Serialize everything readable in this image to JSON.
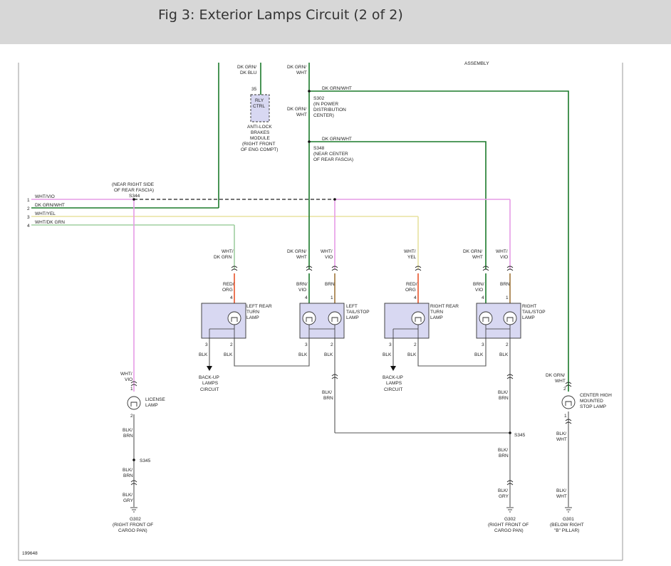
{
  "page": {
    "title": "Fig 3: Exterior Lamps Circuit (2 of 2)"
  },
  "diagram": {
    "figure_number": "199648",
    "top_labels": {
      "assembly": "ASSEMBLY",
      "dk_grn_dk_blu": [
        "DK GRN/",
        "DK BLU"
      ],
      "dk_grn_wht_top": [
        "DK GRN/",
        "WHT"
      ]
    },
    "abs_module": {
      "pin": "35",
      "box": [
        "RLY",
        "CTRL"
      ],
      "label": [
        "ANTI-LOCK",
        "BRAKES",
        "MODULE",
        "(RIGHT FRONT",
        "OF ENG COMPT)"
      ]
    },
    "s302": {
      "wire": "DK GRN/WHT",
      "label": [
        "S302",
        "(IN POWER",
        "DISTRIBUTION",
        "CENTER)"
      ],
      "left_wire": [
        "DK GRN/",
        "WHT"
      ]
    },
    "s348": {
      "wire": "DK GRN/WHT",
      "label": [
        "S348",
        "(NEAR CENTER",
        "OF REAR FASCIA)"
      ]
    },
    "s344": {
      "label": [
        "(NEAR RIGHT SIDE",
        "OF REAR FASCIA)",
        "S344"
      ]
    },
    "harness": [
      {
        "pin": "1",
        "wire": "WHT/VIO",
        "color": "#e69be6"
      },
      {
        "pin": "2",
        "wire": "DK GRN/WHT",
        "color": "#1a7a2a"
      },
      {
        "pin": "3",
        "wire": "WHT/YEL",
        "color": "#e8e2a0"
      },
      {
        "pin": "4",
        "wire": "WHT/DK GRN",
        "color": "#9fcfa0"
      }
    ],
    "lamps": {
      "left_turn": {
        "in_wire": [
          "WHT/",
          "DK GRN"
        ],
        "pin4_wire": [
          "RED/",
          "ORG"
        ],
        "pin4": "4",
        "name": [
          "LEFT REAR",
          "TURN",
          "LAMP"
        ],
        "pin3": "3",
        "pin2": "2",
        "blk3": "BLK",
        "blk2": "BLK",
        "backup": [
          "BACK-UP",
          "LAMPS",
          "CIRCUIT"
        ]
      },
      "left_tail": {
        "in_a": [
          "DK GRN/",
          "WHT"
        ],
        "in_b": [
          "WHT/",
          "VIO"
        ],
        "pin4_wire": [
          "BRN/",
          "VIO"
        ],
        "pin1_wire": "BRN",
        "pin4": "4",
        "pin1": "1",
        "name": [
          "LEFT",
          "TAIL/STOP",
          "LAMP"
        ],
        "pin3": "3",
        "pin2": "2",
        "blk3": "BLK",
        "blk2": "BLK",
        "ground_wire": [
          "BLK/",
          "BRN"
        ]
      },
      "right_turn": {
        "in_wire": [
          "WHT/",
          "YEL"
        ],
        "pin4_wire": [
          "RED/",
          "ORG"
        ],
        "pin4": "4",
        "name": [
          "RIGHT REAR",
          "TURN",
          "LAMP"
        ],
        "pin3": "3",
        "pin2": "2",
        "blk3": "BLK",
        "blk2": "BLK",
        "backup": [
          "BACK-UP",
          "LAMPS",
          "CIRCUIT"
        ]
      },
      "right_tail": {
        "in_a": [
          "DK GRN/",
          "WHT"
        ],
        "in_b": [
          "WHT/",
          "VIO"
        ],
        "pin4_wire": [
          "BRN/",
          "VIO"
        ],
        "pin1_wire": "BRN",
        "pin4": "4",
        "pin1": "1",
        "name": [
          "RIGHT",
          "TAIL/STOP",
          "LAMP"
        ],
        "pin3": "3",
        "pin2": "2",
        "blk3": "BLK",
        "blk2": "BLK",
        "ground_wire": [
          "BLK/",
          "BRN"
        ]
      }
    },
    "license": {
      "in_wire": [
        "WHT/",
        "VIO"
      ],
      "pin1": "1",
      "pin2": "2",
      "name": [
        "LICENSE",
        "LAMP"
      ],
      "out_wire": [
        "BLK/",
        "BRN"
      ],
      "splice": "S345",
      "wire2": [
        "BLK/",
        "BRN"
      ],
      "wire3": [
        "BLK/",
        "GRY"
      ],
      "ground": [
        "G302",
        "(RIGHT FRONT OF",
        "CARGO PAN)"
      ]
    },
    "right_ground": {
      "splice": "S345",
      "wire2": [
        "BLK/",
        "BRN"
      ],
      "wire3": [
        "BLK/",
        "GRY"
      ],
      "ground": [
        "G302",
        "(RIGHT FRONT OF",
        "CARGO PAN)"
      ]
    },
    "chmsl": {
      "in_wire": [
        "DK GRN/",
        "WHT"
      ],
      "pin2": "2",
      "pin1": "1",
      "name": [
        "CENTER HIGH",
        "MOUNTED",
        "STOP LAMP"
      ],
      "out_wire": [
        "BLK/",
        "WHT"
      ],
      "wire2": [
        "BLK/",
        "WHT"
      ],
      "ground": [
        "G301",
        "(BELOW RIGHT",
        "\"B\" PILLAR)"
      ]
    },
    "colors": {
      "dk_grn": "#1a7a2a",
      "violet": "#e69be6",
      "red_org": "#e8542a",
      "brown": "#a0763c",
      "yellow": "#e8e2a0",
      "lt_grn": "#9fcfa0",
      "black": "#555555",
      "lamp_fill": "#d8d8f2"
    }
  }
}
